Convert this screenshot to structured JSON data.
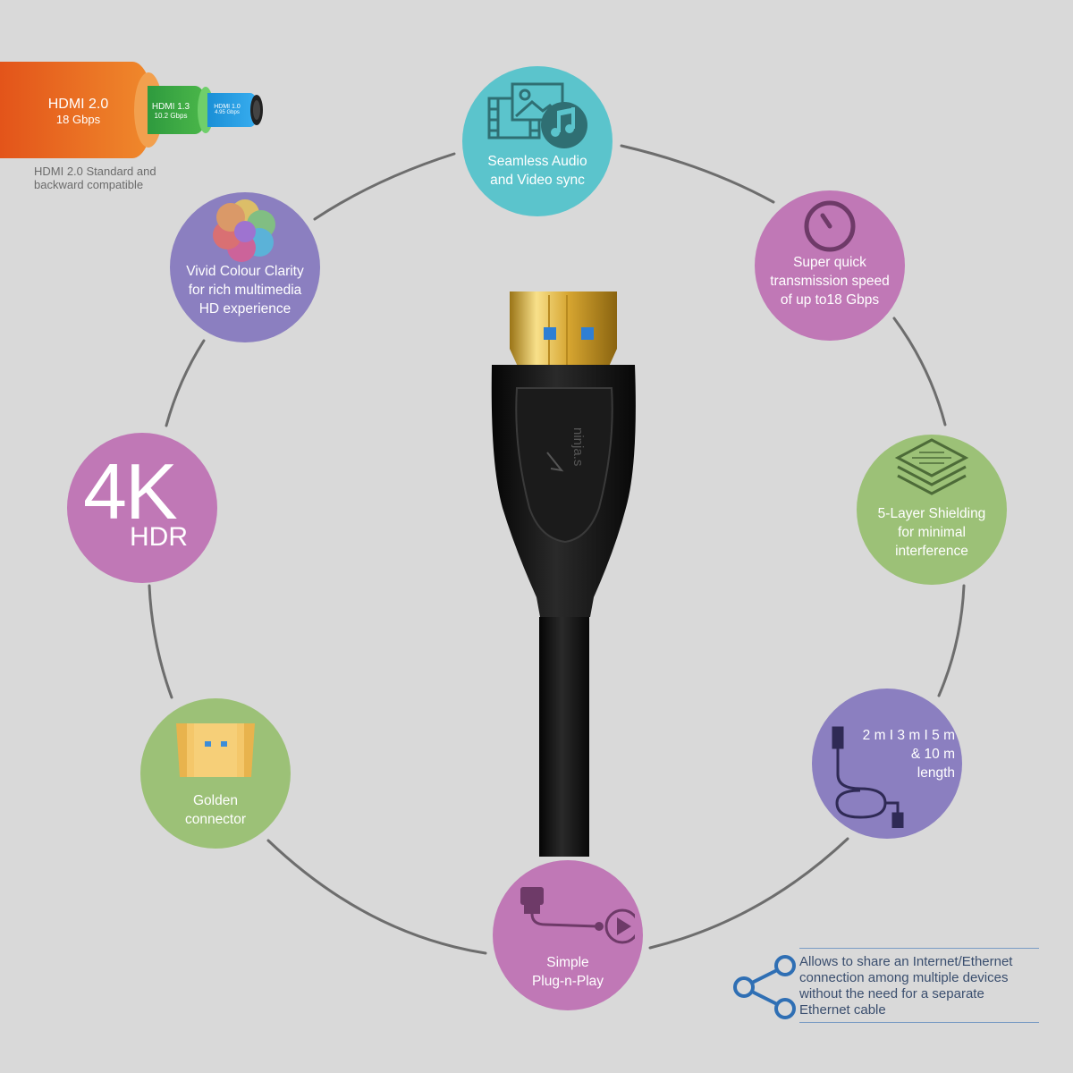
{
  "hdmi_versions": {
    "v20": {
      "name": "HDMI 2.0",
      "speed": "18 Gbps"
    },
    "v13": {
      "name": "HDMI 1.3",
      "speed": "10.2 Gbps"
    },
    "v10": {
      "name": "HDMI 1.0",
      "speed": "4.95 Gbps"
    },
    "caption_line1": "HDMI 2.0 Standard and",
    "caption_line2": "backward compatible"
  },
  "features": {
    "audio_video": {
      "line1": "Seamless Audio",
      "line2": "and Video sync",
      "color": "#5bc4cc",
      "icon": "media-music-icon"
    },
    "speed": {
      "line1": "Super quick",
      "line2": "transmission speed",
      "line3": "of up to18 Gbps",
      "color": "#c078b6",
      "icon": "speedometer-icon"
    },
    "shielding": {
      "line1": "5-Layer Shielding",
      "line2": "for minimal",
      "line3": "interference",
      "color": "#9cc177",
      "icon": "layers-icon"
    },
    "length": {
      "line1": "2 m I 3 m I 5 m",
      "line2": "& 10 m",
      "line3": "length",
      "color": "#8b7fc0",
      "icon": "coiled-cable-icon"
    },
    "plug_play": {
      "line1": "Simple",
      "line2": "Plug-n-Play",
      "color": "#c078b6",
      "icon": "plug-play-icon"
    },
    "golden": {
      "line1": "Golden",
      "line2": "connector",
      "color": "#9cc177",
      "icon": "gold-connector-icon"
    },
    "hdr": {
      "big": "4K",
      "small": "HDR",
      "color": "#c078b6"
    },
    "colour": {
      "line1": "Vivid Colour Clarity",
      "line2": "for rich multimedia",
      "line3": "HD experience",
      "color": "#8b7fc0",
      "icon": "color-wheel-icon"
    }
  },
  "ethernet": {
    "line1": "Allows to share an Internet/Ethernet",
    "line2": "connection among multiple devices",
    "line3": "without the need for a separate",
    "line4": "Ethernet cable",
    "icon": "share-icon"
  },
  "cable": {
    "brand": "ninja.s"
  }
}
